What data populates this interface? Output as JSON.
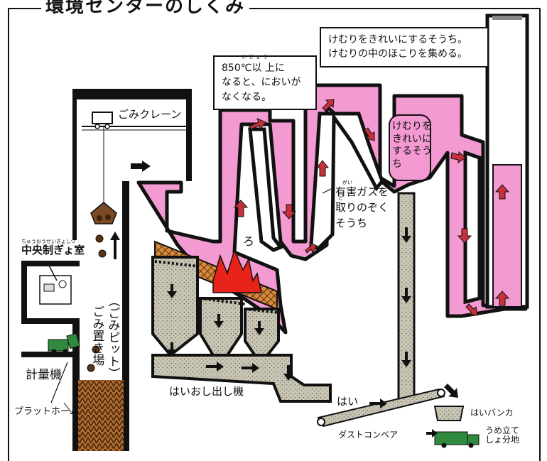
{
  "title": "環境センターのしくみ",
  "labels": {
    "crane": "ごみクレーン",
    "control_room": "中央制ぎょ室",
    "control_room_ruby": "ちゅうおうせいぎょしつ",
    "pit": "（ごみピット）",
    "pit_sub": "ごみ置き場",
    "scale": "計量機",
    "platform": "プラットホーム",
    "furnace": "ろ",
    "ash_extractor": "はいおし出し機",
    "ash": "はい",
    "dust_conveyor": "ダストコンベア",
    "ash_bunker": "はいバンカ",
    "landfill": "うめ立て\nしょ分地",
    "gas_remover": "有害ガスを\n取りのぞく\nそうち",
    "gas_ruby": "がい",
    "gas_ruby2": "と",
    "smoke_cleaner": "けむりを\nきれいに\nするそう\nち"
  },
  "callouts": {
    "temp": "850℃以 上に\nなると、においが\nなくなる。",
    "temp_ruby": "いじょう",
    "smoke": "けむりをきれいにするそうち。\nけむりの中のほこりを集める。"
  },
  "colors": {
    "pink": "#f29ad1",
    "ash_gray": "#c9c5b4",
    "brown": "#7a4a25",
    "flame": "#e8241a",
    "arrow": "#c8303a",
    "truck": "#2f8a3e"
  },
  "icons": [
    "crane-trolley-icon",
    "grab-bucket-icon",
    "garbage-truck-icon",
    "fire-icon",
    "operator-icon"
  ]
}
